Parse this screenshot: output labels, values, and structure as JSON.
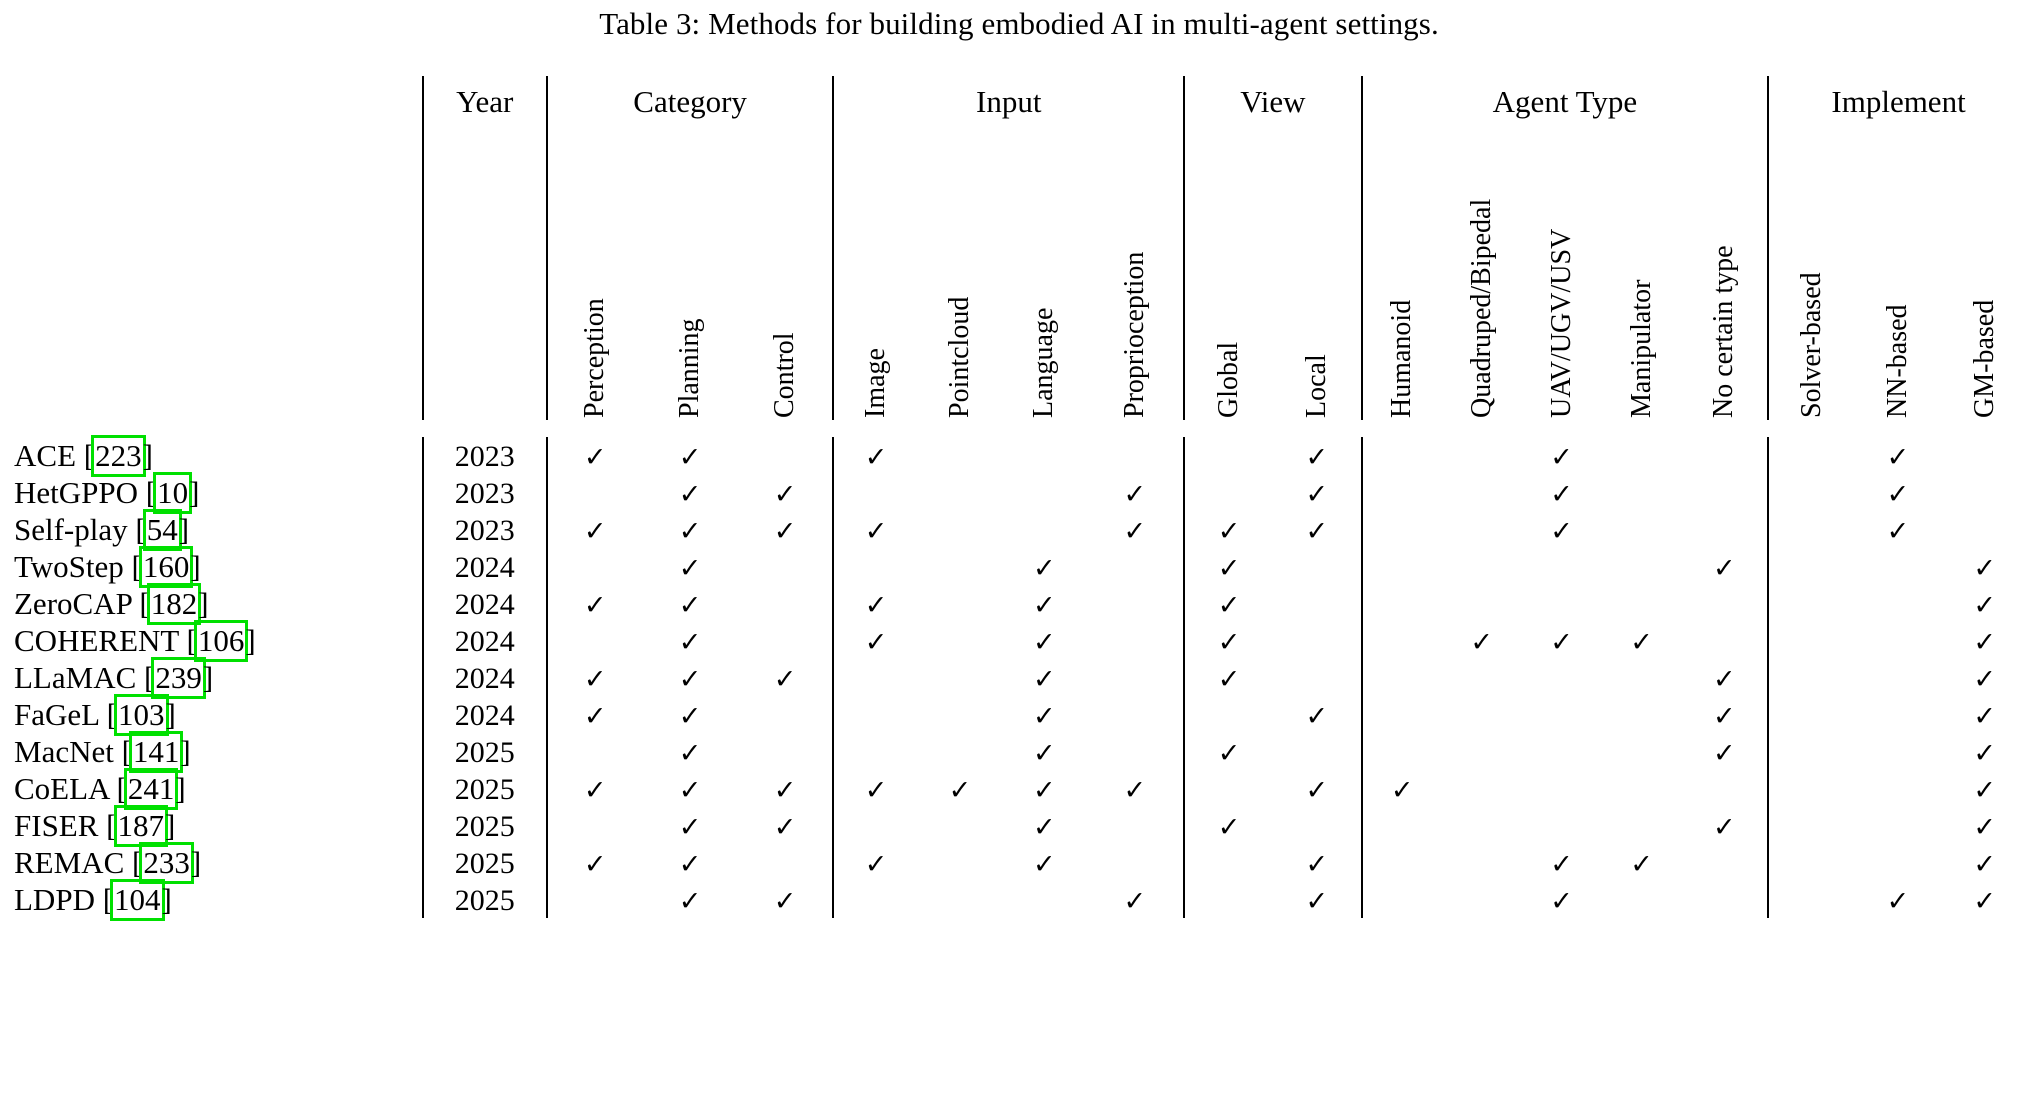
{
  "caption": "Table 3: Methods for building embodied AI in multi-agent settings.",
  "highlight_color": "#00e000",
  "check_glyph": "✓",
  "groups": [
    {
      "label": "",
      "span": 1
    },
    {
      "label": "Year",
      "span": 1
    },
    {
      "label": "Category",
      "span": 3
    },
    {
      "label": "Input",
      "span": 4
    },
    {
      "label": "View",
      "span": 2
    },
    {
      "label": "Agent Type",
      "span": 5
    },
    {
      "label": "Implement",
      "span": 3
    }
  ],
  "columns": [
    "Perception",
    "Planning",
    "Control",
    "Image",
    "Pointcloud",
    "Language",
    "Proprioception",
    "Global",
    "Local",
    "Humanoid",
    "Quadruped/Bipedal",
    "UAV/UGV/USV",
    "Manipulator",
    "No certain type",
    "Solver-based",
    "NN-based",
    "GM-based"
  ],
  "rows": [
    {
      "name": "ACE",
      "cite": "[223]",
      "year": "2023",
      "checks": [
        1,
        1,
        0,
        1,
        0,
        0,
        0,
        0,
        1,
        0,
        0,
        1,
        0,
        0,
        0,
        1,
        0
      ]
    },
    {
      "name": "HetGPPO",
      "cite": "[10]",
      "year": "2023",
      "checks": [
        0,
        1,
        1,
        0,
        0,
        0,
        1,
        0,
        1,
        0,
        0,
        1,
        0,
        0,
        0,
        1,
        0
      ]
    },
    {
      "name": "Self-play",
      "cite": "[54]",
      "year": "2023",
      "checks": [
        1,
        1,
        1,
        1,
        0,
        0,
        1,
        1,
        1,
        0,
        0,
        1,
        0,
        0,
        0,
        1,
        0
      ]
    },
    {
      "name": "TwoStep",
      "cite": "[160]",
      "year": "2024",
      "checks": [
        0,
        1,
        0,
        0,
        0,
        1,
        0,
        1,
        0,
        0,
        0,
        0,
        0,
        1,
        0,
        0,
        1
      ]
    },
    {
      "name": "ZeroCAP",
      "cite": "[182]",
      "year": "2024",
      "checks": [
        1,
        1,
        0,
        1,
        0,
        1,
        0,
        1,
        0,
        0,
        0,
        0,
        0,
        0,
        0,
        0,
        1
      ]
    },
    {
      "name": "COHERENT",
      "cite": "[106]",
      "year": "2024",
      "checks": [
        0,
        1,
        0,
        1,
        0,
        1,
        0,
        1,
        0,
        0,
        1,
        1,
        1,
        0,
        0,
        0,
        1
      ]
    },
    {
      "name": "LLaMAC",
      "cite": "[239]",
      "year": "2024",
      "checks": [
        1,
        1,
        1,
        0,
        0,
        1,
        0,
        1,
        0,
        0,
        0,
        0,
        0,
        1,
        0,
        0,
        1
      ]
    },
    {
      "name": "FaGeL",
      "cite": "[103]",
      "year": "2024",
      "checks": [
        1,
        1,
        0,
        0,
        0,
        1,
        0,
        0,
        1,
        0,
        0,
        0,
        0,
        1,
        0,
        0,
        1
      ]
    },
    {
      "name": "MacNet",
      "cite": "[141]",
      "year": "2025",
      "checks": [
        0,
        1,
        0,
        0,
        0,
        1,
        0,
        1,
        0,
        0,
        0,
        0,
        0,
        1,
        0,
        0,
        1
      ]
    },
    {
      "name": "CoELA",
      "cite": "[241]",
      "year": "2025",
      "checks": [
        1,
        1,
        1,
        1,
        1,
        1,
        1,
        0,
        1,
        1,
        0,
        0,
        0,
        0,
        0,
        0,
        1
      ]
    },
    {
      "name": "FISER",
      "cite": "[187]",
      "year": "2025",
      "checks": [
        0,
        1,
        1,
        0,
        0,
        1,
        0,
        1,
        0,
        0,
        0,
        0,
        0,
        1,
        0,
        0,
        1
      ]
    },
    {
      "name": "REMAC",
      "cite": "[233]",
      "year": "2025",
      "checks": [
        1,
        1,
        0,
        1,
        0,
        1,
        0,
        0,
        1,
        0,
        0,
        1,
        1,
        0,
        0,
        0,
        1
      ]
    },
    {
      "name": "LDPD",
      "cite": "[104]",
      "year": "2025",
      "checks": [
        0,
        1,
        1,
        0,
        0,
        0,
        1,
        0,
        1,
        0,
        0,
        1,
        0,
        0,
        0,
        1,
        1
      ]
    }
  ]
}
